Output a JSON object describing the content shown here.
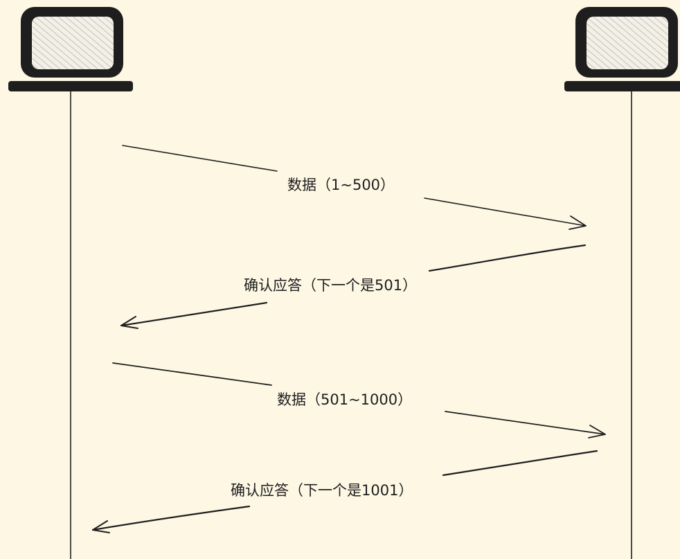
{
  "colors": {
    "background": "#fdf7e4",
    "ink": "#1e1e1e",
    "screen_hatch": "#bdbdbd"
  },
  "icons": {
    "left_host": "computer-icon",
    "right_host": "computer-icon"
  },
  "messages": [
    {
      "label": "数据（1~500）",
      "direction": "left-to-right"
    },
    {
      "label": "确认应答（下一个是501）",
      "direction": "right-to-left"
    },
    {
      "label": "数据（501~1000）",
      "direction": "left-to-right"
    },
    {
      "label": "确认应答（下一个是1001）",
      "direction": "right-to-left"
    }
  ]
}
